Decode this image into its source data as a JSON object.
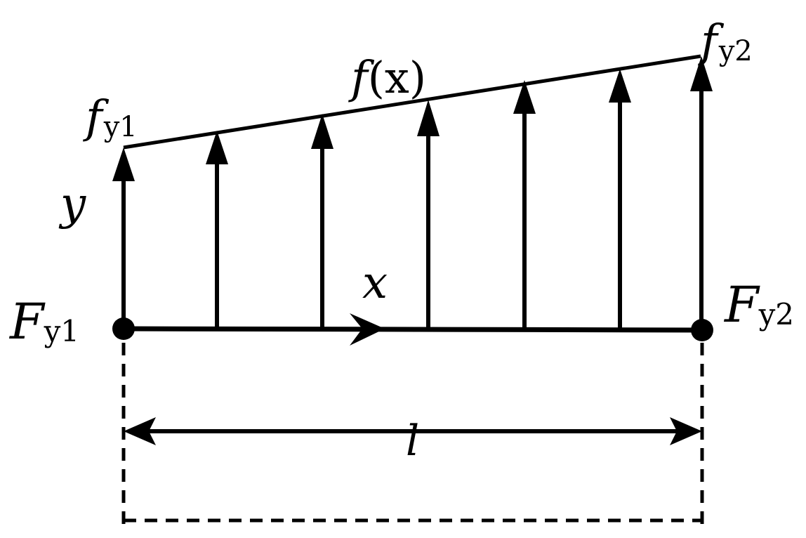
{
  "labels": {
    "fy1_base": "f",
    "fy1_sub": "y1",
    "fy2_base": "f",
    "fy2_sub": "y2",
    "fx_func": "f",
    "fx_arg": "(x)",
    "y_axis": "y",
    "x_axis": "x",
    "Fy1_base": "F",
    "Fy1_sub": "y1",
    "Fy2_base": "F",
    "Fy2_sub": "y2",
    "length": "l"
  }
}
